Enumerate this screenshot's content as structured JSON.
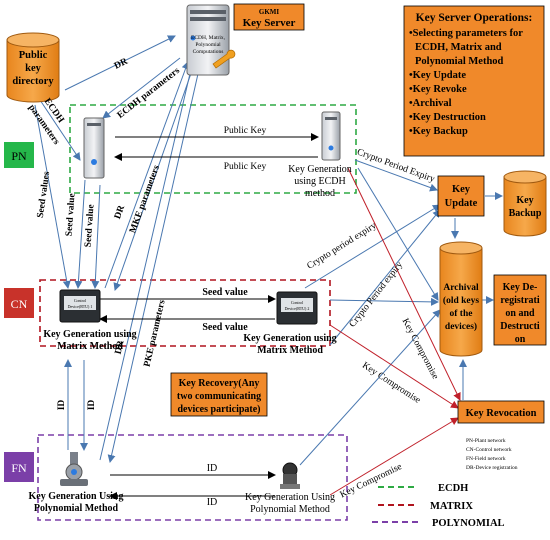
{
  "key_server": {
    "title": "GKMI",
    "label": "Key Server",
    "server_caption": [
      "ECDH, Matrix,",
      "Polynomial",
      "Computations"
    ]
  },
  "public_key_directory": [
    "Public",
    "key",
    "directory"
  ],
  "operations": {
    "title": "Key Server Operations:",
    "items": [
      "•Selecting parameters for",
      "ECDH, Matrix and",
      "Polynomial Method",
      "•Key Update",
      "•Key Revoke",
      "•Archival",
      "•Key Destruction",
      "•Key Backup"
    ]
  },
  "networks": {
    "pn": "PN",
    "cn": "CN",
    "fn": "FN"
  },
  "pn_labels": {
    "public_key_top": "Public Key",
    "public_key_bottom": "Public Key",
    "key_gen": [
      "Key Generation",
      "using ECDH",
      "method"
    ]
  },
  "cn_labels": {
    "device_left": [
      "Control",
      "Device(RTU) 1"
    ],
    "device_right": [
      "Control",
      "Device(RTU) 2"
    ],
    "seed_top": "Seed value",
    "seed_bottom": "Seed value",
    "key_gen_left": [
      "Key Generation using",
      "Matrix Method"
    ],
    "key_gen_right": [
      "Key Generation using",
      "Matrix Method"
    ]
  },
  "fn_labels": {
    "id_top": "ID",
    "id_bottom": "ID",
    "key_gen_left": [
      "Key Generation Using",
      "Polynomial Method"
    ],
    "key_gen_right": [
      "Key Generation Using",
      "Polynomial Method"
    ]
  },
  "key_recovery": [
    "Key Recovery(Any",
    "two communicating",
    "devices participate)"
  ],
  "key_update": [
    "Key",
    "Update"
  ],
  "key_backup": [
    "Key",
    "Backup"
  ],
  "archival": [
    "Archival",
    "(old keys",
    "of the",
    "devices)"
  ],
  "key_dereg": [
    "Key De-",
    "registrati",
    "on and",
    "Destructi",
    "on"
  ],
  "key_revocation": "Key Revocation",
  "edge_labels": {
    "dr_top": "DR",
    "ecdh_params": "ECDH parameters",
    "ecdh_params_left": [
      "ECDH",
      "parameters"
    ],
    "seed_values": "Seed values",
    "seed_value_1": "Seed value",
    "seed_value_2": "Seed value",
    "dr_mid": "DR",
    "mke_params": "MKE parameters",
    "dr_low": "DR",
    "pke_params": "PKE parameters",
    "id_v1": "ID",
    "id_v2": "ID",
    "crypto_expiry_1": "Crypto Period Expiry",
    "crypto_expiry_2": "Crypto period expiry",
    "crypto_expiry_3": "Crypto Period expiry",
    "key_compromise_1": "Key Compromise",
    "key_compromise_2": "Key Compromise",
    "key_compromise_3": "Key Compromise"
  },
  "notes": [
    "PN-Plant network",
    "CN-Control network",
    "FN-Field network",
    "DR-Device registration"
  ],
  "legend": [
    {
      "label": "ECDH",
      "color": "#2eaa44"
    },
    {
      "label": "MATRIX",
      "color": "#b0141e"
    },
    {
      "label": "POLYNOMIAL",
      "color": "#7b3fa8"
    }
  ]
}
